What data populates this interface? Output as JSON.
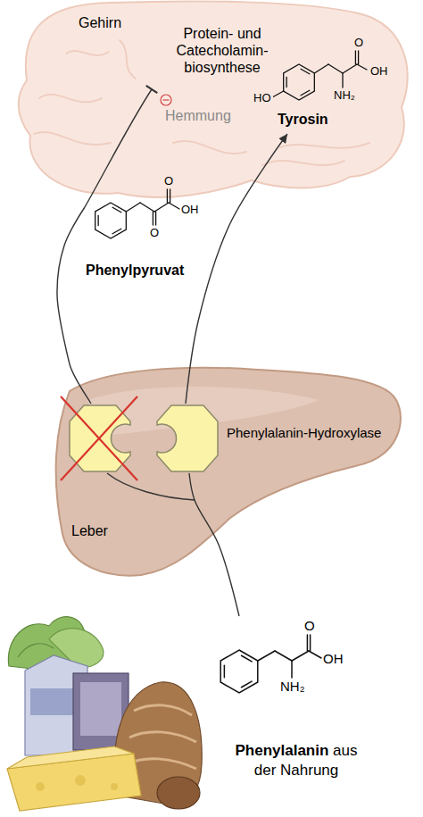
{
  "diagram": {
    "nodes": [
      {
        "text": [
          "Gehirn",
          "Protein- und Catecholamin- biosynthese"
        ]
      },
      {
        "text": [
          "O",
          "OH",
          "HO",
          "NH₂",
          "Tyrosin"
        ]
      },
      {
        "text": [
          "O",
          "OH",
          "O",
          "Phenylpyruvat"
        ]
      },
      {
        "text": [
          "Leber"
        ]
      },
      {
        "text": [
          "Phenylalanin-Hydroxylase"
        ],
        "in": 3
      },
      {
        "text": [
          "O",
          "OH",
          "NH₂",
          "Phenylalanin",
          "aus der Nahrung"
        ]
      }
    ],
    "edges": [
      {
        "from": 5,
        "to": 4,
        "arrow": "none"
      },
      {
        "from": 4,
        "to": 1,
        "arrow": "to"
      },
      {
        "from": 3,
        "to": 0,
        "arrow": "none"
      }
    ],
    "labels": [
      "Hemmung"
    ]
  }
}
